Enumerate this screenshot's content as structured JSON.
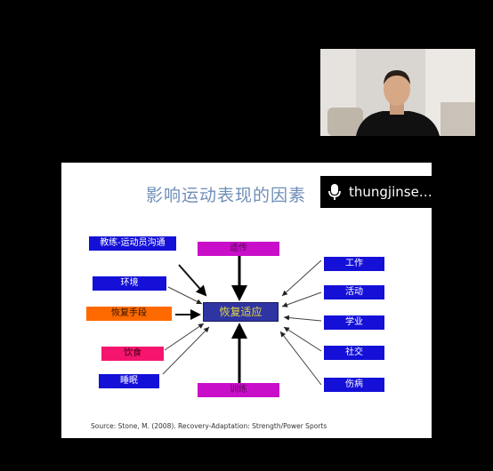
{
  "slide": {
    "title": "影响运动表现的因素",
    "center_label": "恢复适应",
    "left_boxes": [
      "教练-运动员沟通",
      "环境",
      "恢复手段",
      "饮食",
      "睡眠"
    ],
    "top_box": "遗传",
    "bottom_box": "训练",
    "right_boxes": [
      "工作",
      "活动",
      "学业",
      "社交",
      "伤病"
    ],
    "source": "Source: Stone, M. (2008). Recovery-Adaptation: Strength/Power Sports"
  },
  "participant": {
    "name": "thungjinse…",
    "mic_icon": "microphone-icon"
  },
  "colors": {
    "blue_box": "#1410d8",
    "magenta_box": "#c90ec9",
    "orange_box": "#ff6a00",
    "pink_box": "#f5156e",
    "center_box": "#2f34a3",
    "title": "#6f8fb8"
  }
}
